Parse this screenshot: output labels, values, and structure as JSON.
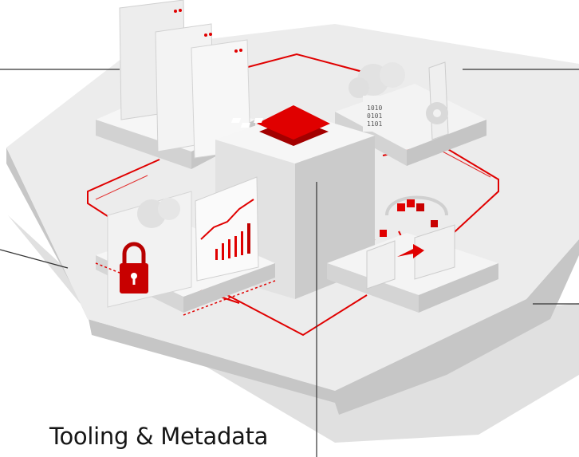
{
  "diagram": {
    "caption": "Tooling & Metadata",
    "colors": {
      "accent": "#e00000",
      "accent_dark": "#a30000",
      "platform_top": "#ebebeb",
      "platform_side": "#c8c8c8",
      "shadow": "#d9d9d9",
      "block_light": "#f4f4f4",
      "block_mid": "#dedede",
      "block_dark": "#c9c9c9",
      "leader_line": "#333333"
    },
    "modules": [
      {
        "name": "window-panels",
        "icon": "browser-window-icon"
      },
      {
        "name": "cloud-binary-settings",
        "icon": "cloud-gear-icon"
      },
      {
        "name": "central-chip-block",
        "icon": "chip-icon"
      },
      {
        "name": "secure-analytics",
        "icon": "lock-chart-icon"
      },
      {
        "name": "container-pipeline",
        "icon": "cube-arrow-icon"
      }
    ]
  }
}
